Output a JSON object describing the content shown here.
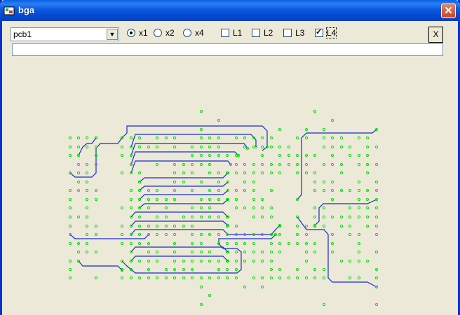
{
  "window": {
    "title": "bga",
    "close_symbol": "✕"
  },
  "toolbar": {
    "board_select": {
      "value": "pcb1",
      "arrow_symbol": "▼"
    },
    "zoom_options": [
      {
        "label": "x1",
        "selected": true
      },
      {
        "label": "x2",
        "selected": false
      },
      {
        "label": "x4",
        "selected": false
      }
    ],
    "layers": [
      {
        "label": "L1",
        "checked": false
      },
      {
        "label": "L2",
        "checked": false
      },
      {
        "label": "L3",
        "checked": false
      },
      {
        "label": "L4",
        "checked": true
      }
    ],
    "close_view_label": "X",
    "path_input_value": ""
  },
  "board": {
    "pad_color": "#00e000",
    "trace_color": "#1a2ccc",
    "background": "#ece9d8"
  }
}
